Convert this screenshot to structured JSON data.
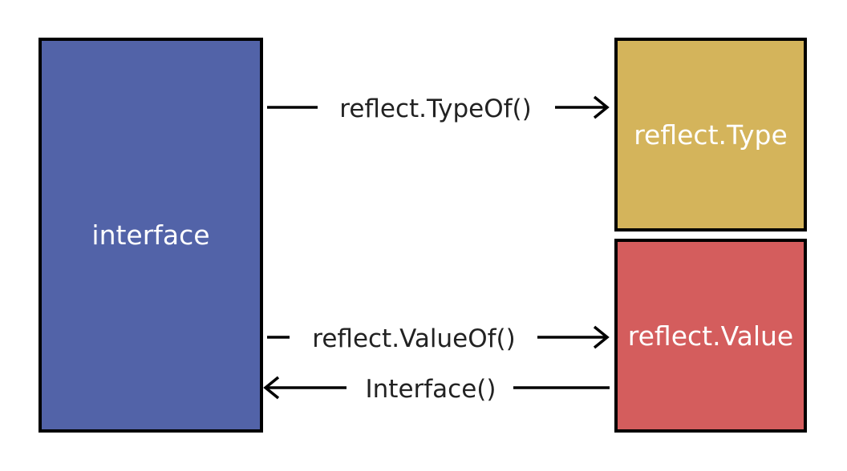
{
  "colors": {
    "interface_fill": "#5263a8",
    "type_fill": "#d4b45b",
    "value_fill": "#d45d5d",
    "stroke": "#000000"
  },
  "boxes": {
    "interface": "interface",
    "type": "reflect.Type",
    "value": "reflect.Value"
  },
  "arrows": {
    "typeof": "reflect.TypeOf()",
    "valueof": "reflect.ValueOf()",
    "interface": "Interface()"
  }
}
